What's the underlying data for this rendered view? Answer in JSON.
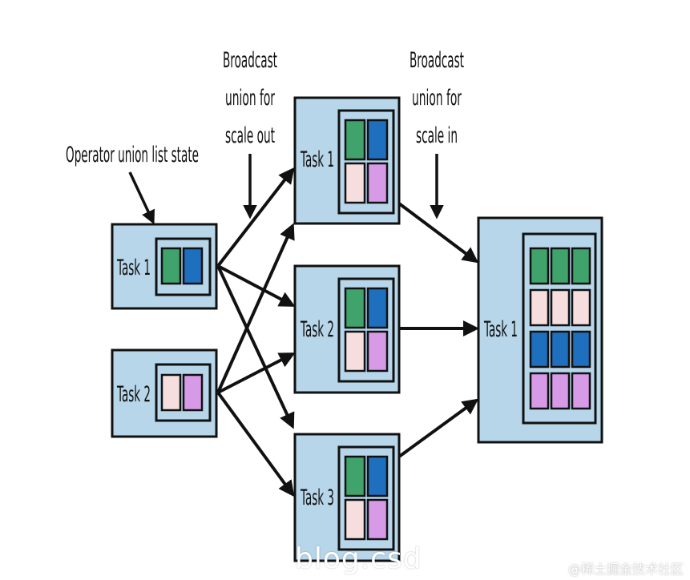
{
  "colors": {
    "box_fill": "#b7d6ea",
    "box_stroke": "#111111",
    "green": "#3fa36b",
    "blue": "#1f6fbf",
    "pink": "#f6dede",
    "purple": "#d79ae6"
  },
  "annotations": {
    "operator_union": "Operator union list state",
    "broadcast_out": [
      "Broadcast",
      "union for",
      "scale out"
    ],
    "broadcast_in": [
      "Broadcast",
      "union for",
      "scale in"
    ]
  },
  "left_tasks": [
    {
      "label": "Task 1",
      "cells": [
        "green",
        "blue"
      ]
    },
    {
      "label": "Task 2",
      "cells": [
        "pink",
        "purple"
      ]
    }
  ],
  "middle_tasks": [
    {
      "label": "Task 1",
      "cells": [
        "green",
        "blue",
        "pink",
        "purple"
      ]
    },
    {
      "label": "Task 2",
      "cells": [
        "green",
        "blue",
        "pink",
        "purple"
      ]
    },
    {
      "label": "Task 3",
      "cells": [
        "green",
        "blue",
        "pink",
        "purple"
      ]
    }
  ],
  "right_task": {
    "label": "Task 1",
    "rows": [
      "green",
      "pink",
      "blue",
      "purple"
    ],
    "columns": 3
  },
  "footer": {
    "watermark": "blog.csd",
    "credit": "@稀土掘金技术社区"
  }
}
